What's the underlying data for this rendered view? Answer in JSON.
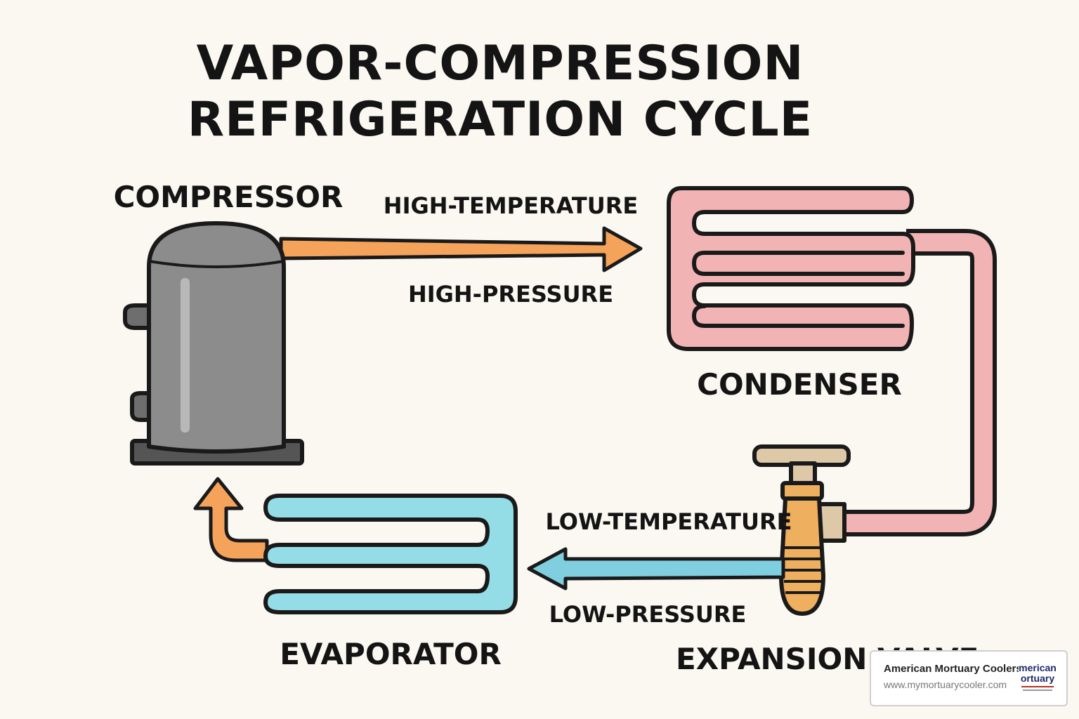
{
  "title": {
    "line1": "VAPOR-COMPRESSION",
    "line2": "REFRIGERATION CYCLE"
  },
  "components": {
    "compressor": "COMPRESSOR",
    "condenser": "CONDENSER",
    "expansion_valve": "EXPANSION VALVE",
    "evaporator": "EVAPORATOR"
  },
  "flow_labels": {
    "high_temperature": "HIGH-TEMPERATURE",
    "high_pressure": "HIGH-PRESSURE",
    "low_temperature": "LOW-TEMPERATURE",
    "low_pressure": "LOW-PRESSURE"
  },
  "watermark": {
    "company": "American Mortuary Coolers",
    "url": "www.mymortuarycooler.com",
    "logo_line1": "merican",
    "logo_line2": "ortuary"
  },
  "colors": {
    "background": "#fbf8f2",
    "hot_line": "#f5a35a",
    "condenser": "#f2b3b4",
    "evaporator": "#94dde6",
    "cold_line": "#7fcfe0",
    "compressor": "#8c8c8c",
    "valve": "#eeaf5e"
  }
}
